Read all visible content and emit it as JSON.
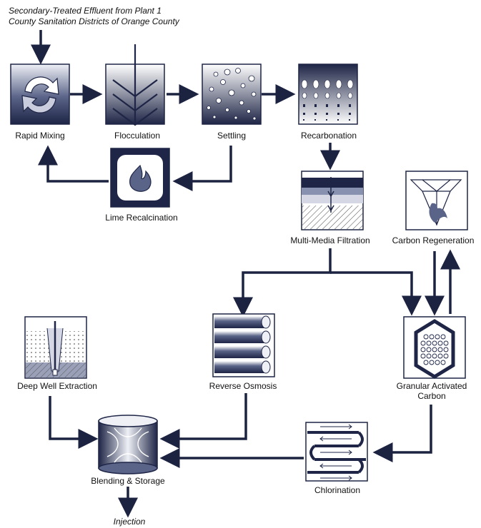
{
  "source": {
    "line1": "Secondary-Treated Effluent from Plant 1",
    "line2": "County Sanitation Districts of Orange County"
  },
  "steps": {
    "rapid_mixing": "Rapid Mixing",
    "flocculation": "Flocculation",
    "settling": "Settling",
    "recarbonation": "Recarbonation",
    "lime_recalcination": "Lime Recalcination",
    "multimedia_filtration": "Multi-Media Filtration",
    "carbon_regeneration": "Carbon Regeneration",
    "deep_well_extraction": "Deep Well Extraction",
    "reverse_osmosis": "Reverse Osmosis",
    "granular_activated_carbon_1": "Granular Activated",
    "granular_activated_carbon_2": "Carbon",
    "blending_storage": "Blending & Storage",
    "chlorination": "Chlorination"
  },
  "output": "Injection",
  "colors": {
    "arrow": "#1c2340",
    "dark": "#1e2546",
    "mid": "#5a6488",
    "light": "#ffffff"
  }
}
